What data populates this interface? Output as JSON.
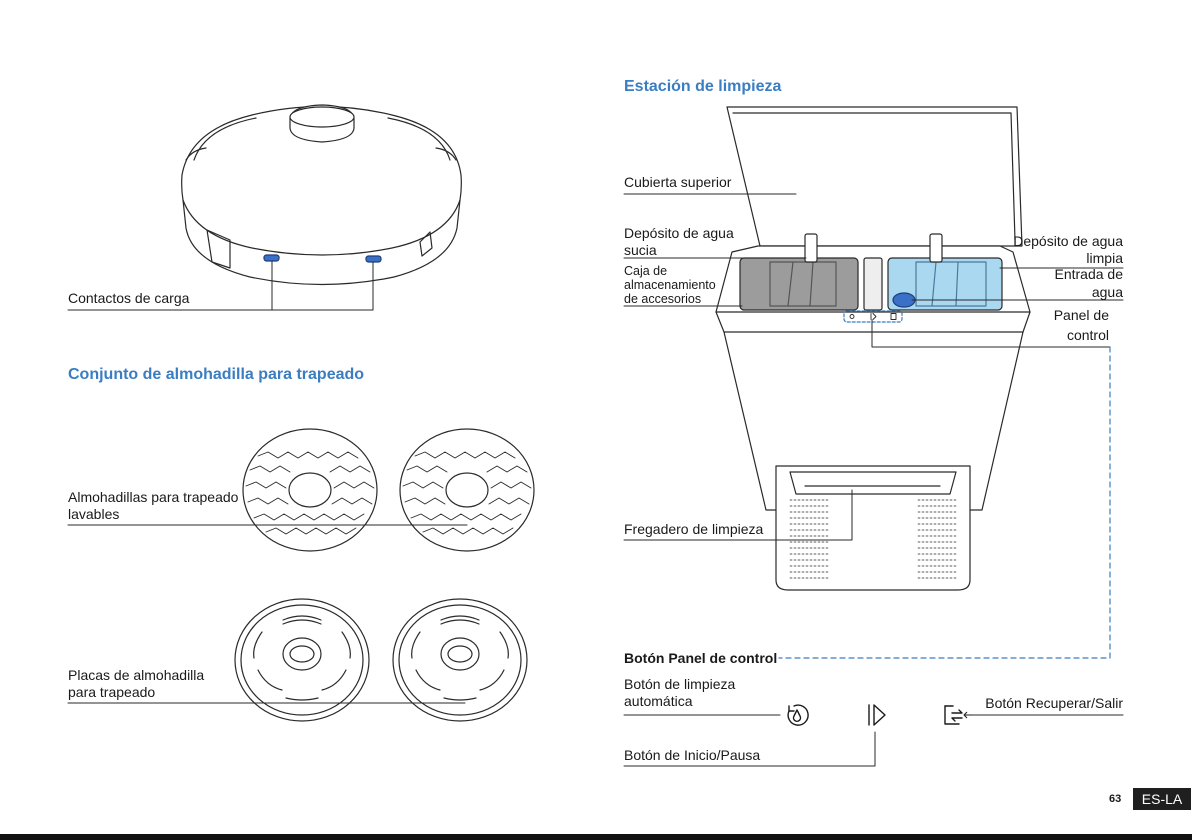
{
  "labels": {
    "charging_contacts": "Contactos de carga",
    "mop_set_heading": "Conjunto de almohadilla para trapeado",
    "washable_pads_1": "Almohadillas para trapeado",
    "washable_pads_2": "lavables",
    "mop_plates_1": "Placas de almohadilla",
    "mop_plates_2": "para trapeado",
    "station_heading": "Estación de limpieza",
    "top_cover": "Cubierta superior",
    "dirty_tank_1": "Depósito de agua",
    "dirty_tank_2": "sucia",
    "accessory_box_1": "Caja de",
    "accessory_box_2": "almacenamiento",
    "accessory_box_3": "de accesorios",
    "clean_tank_1": "Depósito de agua",
    "clean_tank_2": "limpia",
    "water_inlet_1": "Entrada de",
    "water_inlet_2": "agua",
    "control_panel_1": "Panel de",
    "control_panel_2": "control",
    "wash_basin": "Fregadero de limpieza",
    "control_panel_buttons": "Botón Panel de control",
    "auto_clean_1": "Botón de limpieza",
    "auto_clean_2": "automática",
    "recover_exit": "Botón Recuperar/Salir",
    "start_pause": "Botón de Inicio/Pausa"
  },
  "footer": {
    "page_number": "63",
    "language": "ES-LA"
  },
  "colors": {
    "accent": "#3a7ec1",
    "outline": "#2a2a2a",
    "tank_clean": "#a9d8f0",
    "tank_dirty": "#9c9c9c",
    "contact_blue": "#3a70c8"
  },
  "icons": [
    "auto-clean-icon",
    "start-pause-icon",
    "recover-exit-icon"
  ]
}
